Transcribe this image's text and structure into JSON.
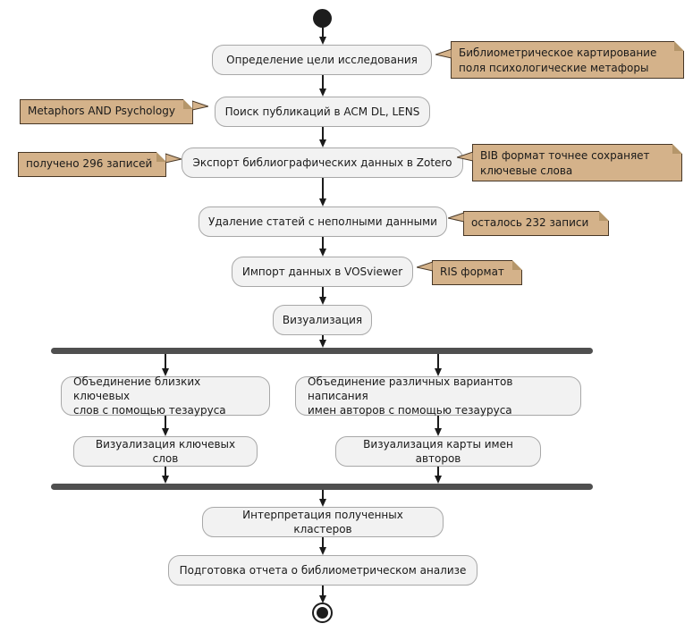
{
  "diagram": {
    "type": "uml-activity-diagram",
    "language": "ru",
    "colors": {
      "background": "#ffffff",
      "activity_fill": "#f2f2f2",
      "activity_border": "#a8a8a8",
      "note_fill": "#d4b28a",
      "note_border": "#473726",
      "fork_join_bar": "#4f4f4f",
      "arrow": "#1b1b1b",
      "text": "#1a1a1a"
    }
  },
  "activities": [
    {
      "label": "Определение цели исследования"
    },
    {
      "label": "Поиск публикаций в ACM DL, LENS"
    },
    {
      "label": "Экспорт библиографических данных в Zotero"
    },
    {
      "label": "Удаление статей с неполными данными"
    },
    {
      "label": "Импорт данных в VOSviewer"
    },
    {
      "label": "Визуализация"
    },
    {
      "label": "Объединение близких ключевых\nслов с помощью тезауруса"
    },
    {
      "label": "Объединение различных вариантов написания\nимен авторов с помощью тезауруса"
    },
    {
      "label": "Визуализация ключевых слов"
    },
    {
      "label": "Визуализация карты имен авторов"
    },
    {
      "label": "Интерпретация полученных кластеров"
    },
    {
      "label": "Подготовка отчета о библиометрическом анализе"
    }
  ],
  "notes": [
    {
      "text": "Библиометрическое картирование\nполя психологические метафоры",
      "side": "right"
    },
    {
      "text": "Metaphors AND Psychology",
      "side": "left"
    },
    {
      "text": "получено 296 записей",
      "side": "left"
    },
    {
      "text": "BIB формат точнее сохраняет\nключевые слова",
      "side": "right"
    },
    {
      "text": "осталось 232 записи",
      "side": "right"
    },
    {
      "text": "RIS формат",
      "side": "right"
    }
  ]
}
